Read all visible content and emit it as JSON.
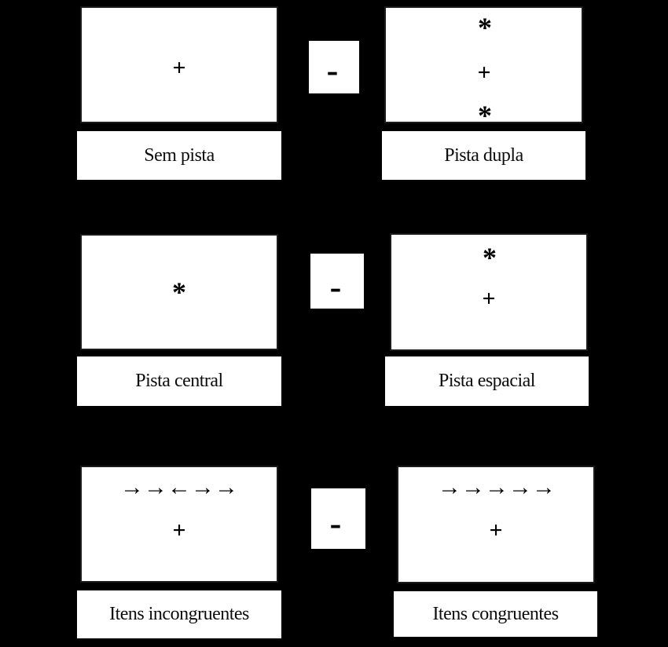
{
  "figure": {
    "colors": {
      "background": "#000000",
      "panel": "#ffffff",
      "ink": "#000000",
      "panel_border": "#1a1a1a"
    },
    "rows": [
      {
        "left": {
          "label": "Sem pista",
          "fixation": "+"
        },
        "operator": "-",
        "right": {
          "label": "Pista dupla",
          "cue_top": "*",
          "fixation": "+",
          "cue_bottom": "*"
        }
      },
      {
        "left": {
          "label": "Pista central",
          "cue": "*"
        },
        "operator": "-",
        "right": {
          "label": "Pista espacial",
          "cue_top": "*",
          "fixation": "+"
        }
      },
      {
        "left": {
          "label": "Itens incongruentes",
          "flankers": "→→←→→",
          "fixation": "+"
        },
        "operator": "-",
        "right": {
          "label": "Itens congruentes",
          "flankers": "→→→→→",
          "fixation": "+"
        }
      }
    ]
  }
}
